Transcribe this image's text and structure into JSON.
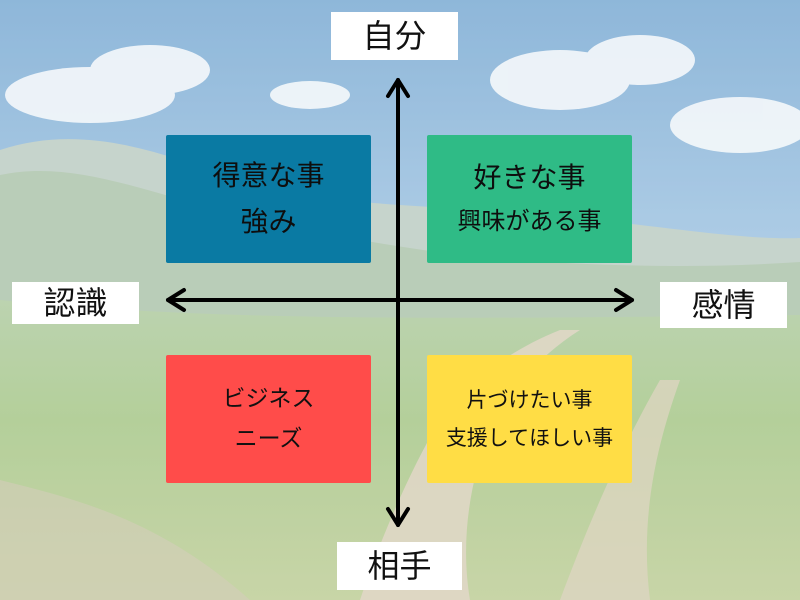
{
  "axes": {
    "top": "自分",
    "bottom": "相手",
    "left": "認識",
    "right": "感情"
  },
  "quadrants": {
    "top_left": {
      "line1": "得意な事",
      "line2": "強み",
      "color": "#0a7aa3"
    },
    "top_right": {
      "line1": "好きな事",
      "line2": "興味がある事",
      "color": "#2fbb86"
    },
    "bottom_left": {
      "line1": "ビジネス",
      "line2": "ニーズ",
      "color": "#ff4c4a"
    },
    "bottom_right": {
      "line1": "片づけたい事",
      "line2": "支援してほしい事",
      "color": "#ffdd45"
    }
  }
}
